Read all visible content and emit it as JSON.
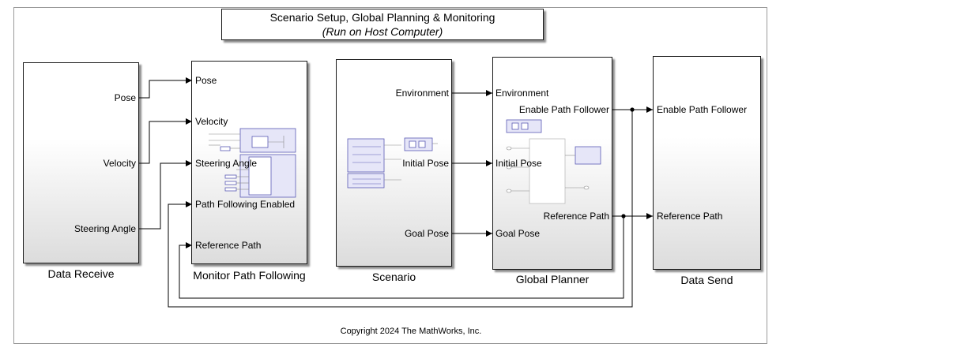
{
  "header": {
    "title": "Scenario Setup, Global Planning & Monitoring",
    "subtitle": "(Run on Host Computer)"
  },
  "blocks": {
    "data_receive": {
      "name": "Data Receive",
      "outputs": [
        "Pose",
        "Velocity",
        "Steering Angle"
      ]
    },
    "monitor": {
      "name": "Monitor Path Following",
      "inputs": [
        "Pose",
        "Velocity",
        "Steering Angle",
        "Path Following Enabled",
        "Reference Path"
      ]
    },
    "scenario": {
      "name": "Scenario",
      "outputs": [
        "Environment",
        "Initial Pose",
        "Goal Pose"
      ]
    },
    "planner": {
      "name": "Global Planner",
      "inputs": [
        "Environment",
        "Initial Pose",
        "Goal Pose"
      ],
      "outputs": [
        "Enable Path Follower",
        "Reference Path"
      ]
    },
    "data_send": {
      "name": "Data Send",
      "inputs": [
        "Enable Path Follower",
        "Reference Path"
      ]
    }
  },
  "footer": {
    "copyright": "Copyright 2024 The MathWorks, Inc."
  },
  "colors": {
    "wire": "#000000",
    "thumbnail": "#5a5ab4",
    "thumbnail_fill": "#e6e6f8"
  }
}
